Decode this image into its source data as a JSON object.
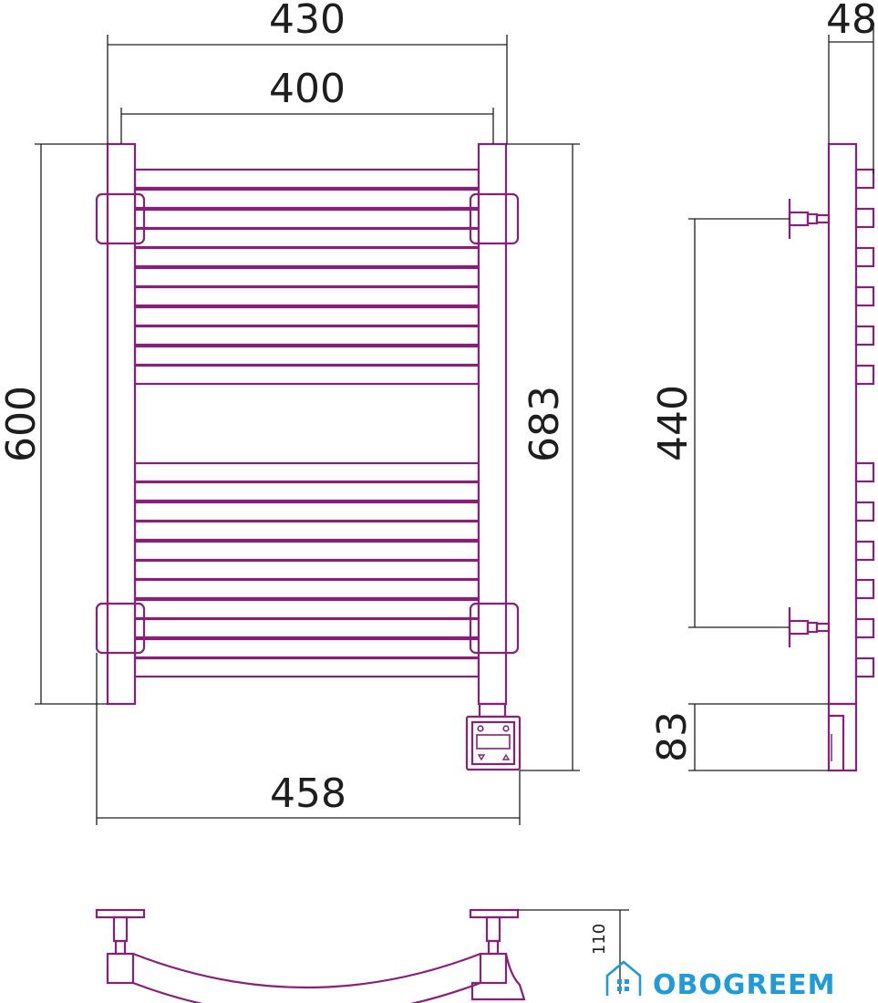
{
  "dimensions": {
    "outer_width": "430",
    "inner_width": "400",
    "height": "600",
    "total_height": "683",
    "bracket_spacing": "440",
    "depth": "48",
    "heater_height": "83",
    "total_width": "458",
    "wall_offset": "110"
  },
  "brand": {
    "name": "OBOGREEM",
    "icon": "house-icon"
  },
  "colors": {
    "product_outline": "#8a1f7a",
    "dimension_lines": "#1e1e1e",
    "brand": "#1f9bd7"
  }
}
